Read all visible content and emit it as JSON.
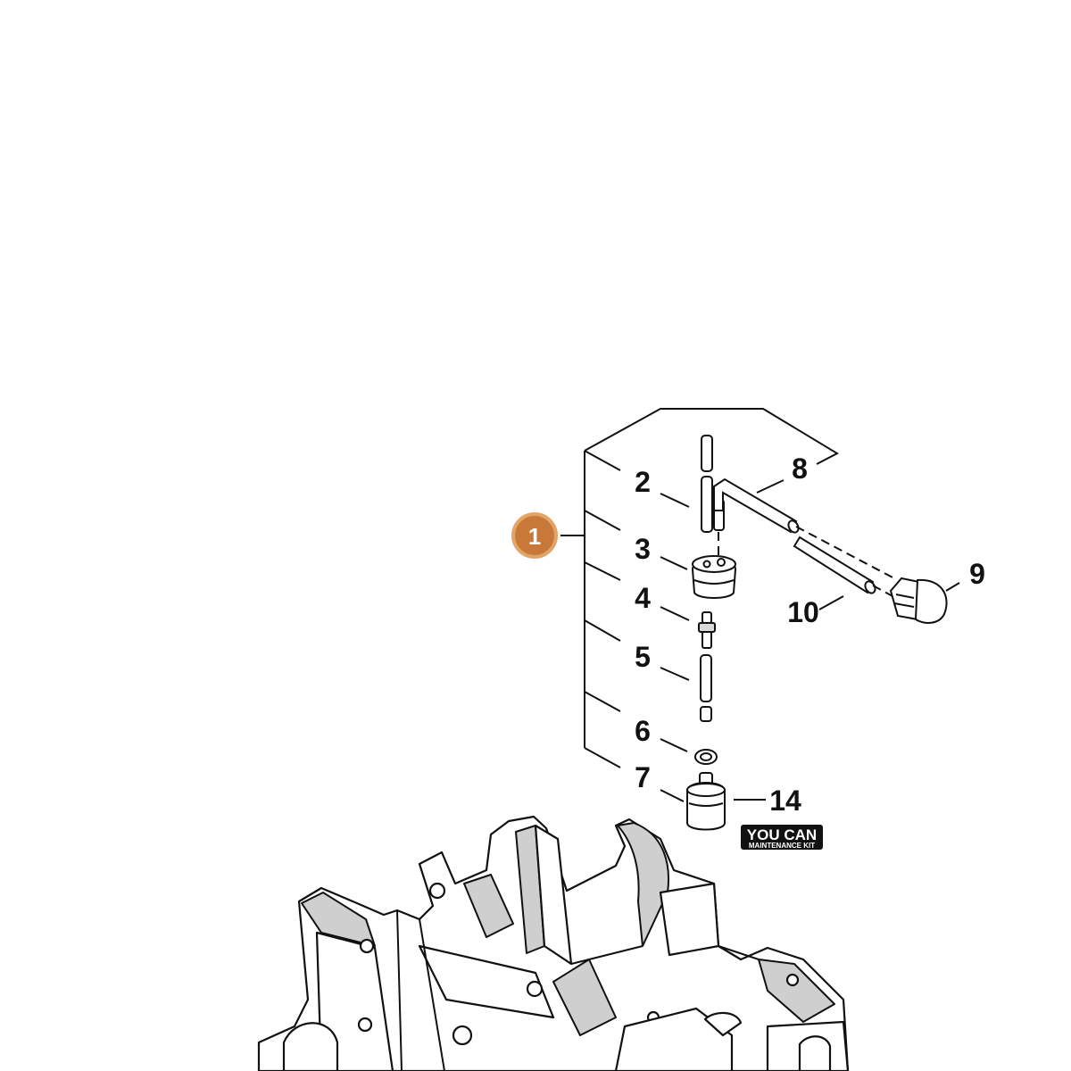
{
  "assembly": {
    "badge_number": "1"
  },
  "callouts": {
    "c2": "2",
    "c3": "3",
    "c4": "4",
    "c5": "5",
    "c6": "6",
    "c7": "7",
    "c8": "8",
    "c9": "9",
    "c10": "10",
    "c14": "14"
  },
  "kit_logo": {
    "brand": "YOU CAN",
    "subtitle": "MAINTENANCE KIT"
  },
  "colors": {
    "badge_fill": "#c8793a",
    "badge_ring": "#e3a46a",
    "line": "#111111",
    "part_shade": "#d9d9d9",
    "logo_fill": "#111111"
  }
}
